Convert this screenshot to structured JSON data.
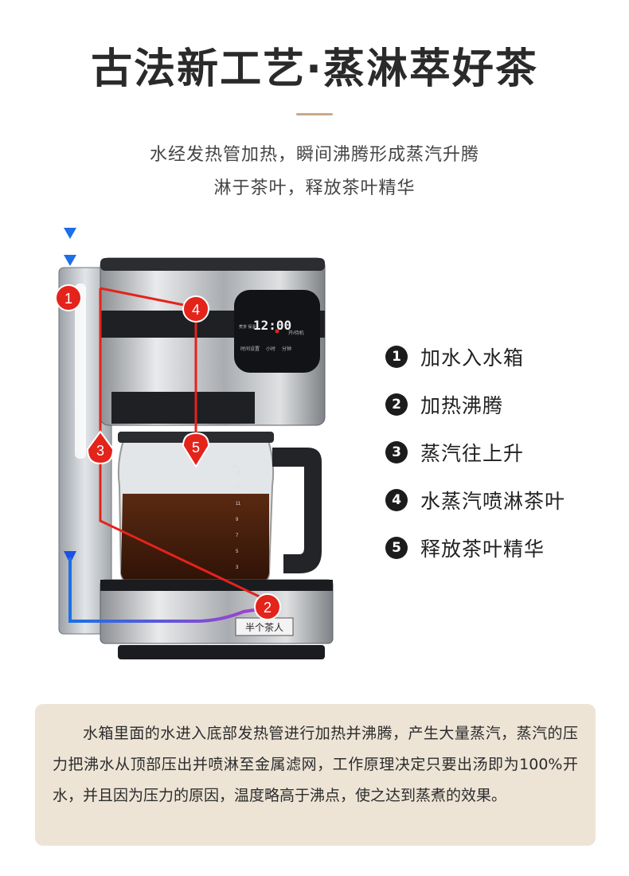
{
  "header": {
    "title": "古法新工艺·蒸淋萃好茶",
    "subtitle_line1": "水经发热管加热，瞬间沸腾形成蒸汽升腾",
    "subtitle_line2": "淋于茶叶，释放茶叶精华"
  },
  "machine": {
    "display_time": "12:00",
    "panel_label_left": "时间设置",
    "panel_label_mid": "小时",
    "panel_label_right": "分钟",
    "panel_label_top_left": "煮茶\n保温",
    "panel_label_top_right": "开/待机",
    "brand_badge": "半个茶人",
    "markers": [
      "1",
      "2",
      "3",
      "4",
      "5"
    ],
    "scale_marks": [
      "1.5",
      "15",
      "13",
      "11",
      "9",
      "7",
      "5",
      "3"
    ]
  },
  "steps": [
    {
      "num": "1",
      "label": "加水入水箱"
    },
    {
      "num": "2",
      "label": "加热沸腾"
    },
    {
      "num": "3",
      "label": "蒸汽往上升"
    },
    {
      "num": "4",
      "label": "水蒸汽喷淋茶叶"
    },
    {
      "num": "5",
      "label": "释放茶叶精华"
    }
  ],
  "note": {
    "text": "水箱里面的水进入底部发热管进行加热并沸腾，产生大量蒸汽，蒸汽的压力把沸水从顶部压出并喷淋至金属滤网，工作原理决定只要出汤即为100%开水，并且因为压力的原因，温度略高于沸点，使之达到蒸煮的效果。"
  },
  "colors": {
    "accent_red": "#e4231b",
    "flow_blue": "#1d6fe6",
    "flow_purple": "#a43bd1",
    "note_bg": "#ede4d6"
  }
}
